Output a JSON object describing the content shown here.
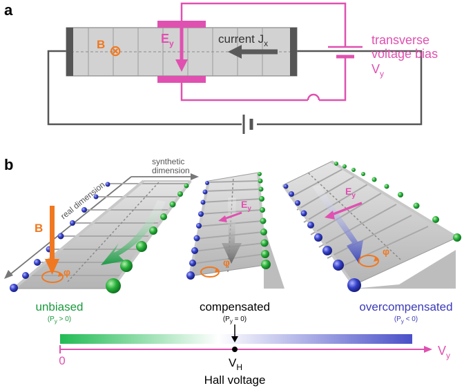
{
  "panel_a": {
    "panel_label": "a",
    "field_label": "B",
    "field_symbol": "⊗",
    "field_electric": "E",
    "field_electric_sub": "y",
    "current_label": "current J",
    "current_sub": "x",
    "bias_line1": "transverse",
    "bias_line2": "voltage bias",
    "bias_symbol": "V",
    "bias_sub": "y"
  },
  "panel_b": {
    "panel_label": "b",
    "axis_synthetic_line1": "synthetic",
    "axis_synthetic_line2": "dimension",
    "axis_real": "real dimension",
    "field_label": "B",
    "phi_label": "φ",
    "efield_label": "E",
    "efield_sub": "y",
    "states": [
      {
        "name": "unbiased",
        "sub_prefix": "(P",
        "sub_index": "y",
        "sub_suffix": " > 0)"
      },
      {
        "name": "compensated",
        "sub_prefix": "(P",
        "sub_index": "y",
        "sub_suffix": " = 0)"
      },
      {
        "name": "overcompensated",
        "sub_prefix": "(P",
        "sub_index": "y",
        "sub_suffix": " < 0)"
      }
    ],
    "scale": {
      "zero_label": "0",
      "hall_symbol": "V",
      "hall_sub": "H",
      "hall_caption": "Hall voltage",
      "axis_symbol": "V",
      "axis_sub": "y"
    }
  },
  "colors": {
    "orange": "#f07820",
    "pink": "#e050b0",
    "green": "#1a9a3c",
    "blue": "#3a3ab8",
    "gray": "#555555",
    "slab": "#d0d0d0"
  }
}
